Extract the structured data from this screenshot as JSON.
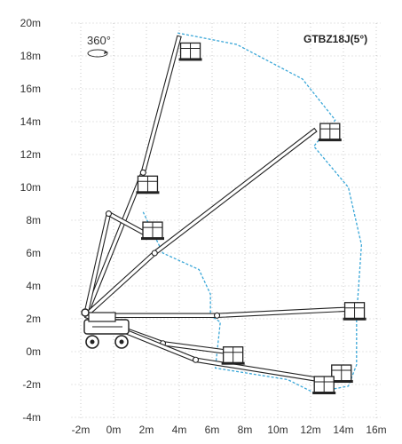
{
  "diagram": {
    "model_label": "GTBZ18J(5°)",
    "rotation_label": "360°",
    "x_axis": {
      "unit": "m",
      "range": [
        -3,
        16
      ],
      "ticks": [
        {
          "value": -2,
          "label": "-2m"
        },
        {
          "value": 0,
          "label": "0m"
        },
        {
          "value": 2,
          "label": "2m"
        },
        {
          "value": 4,
          "label": "4m"
        },
        {
          "value": 6,
          "label": "6m"
        },
        {
          "value": 8,
          "label": "8m"
        },
        {
          "value": 10,
          "label": "10m"
        },
        {
          "value": 12,
          "label": "12m"
        },
        {
          "value": 14,
          "label": "14m"
        },
        {
          "value": 16,
          "label": "16m"
        }
      ]
    },
    "y_axis": {
      "unit": "m",
      "range": [
        -4,
        20
      ],
      "ticks": [
        {
          "value": 20,
          "label": "20m"
        },
        {
          "value": 18,
          "label": "18m"
        },
        {
          "value": 16,
          "label": "16m"
        },
        {
          "value": 14,
          "label": "14m"
        },
        {
          "value": 12,
          "label": "12m"
        },
        {
          "value": 10,
          "label": "10m"
        },
        {
          "value": 8,
          "label": "8m"
        },
        {
          "value": 6,
          "label": "6m"
        },
        {
          "value": 4,
          "label": "4m"
        },
        {
          "value": 2,
          "label": "2m"
        },
        {
          "value": 0,
          "label": "0m"
        },
        {
          "value": -2,
          "label": "-2m"
        },
        {
          "value": -4,
          "label": "-4m"
        }
      ]
    },
    "grid": "dotted",
    "colors": {
      "envelope": "#3aa7d8",
      "boom": "#222222",
      "grid": "#bbbbbb"
    },
    "boom_positions": [
      {
        "name": "max-height",
        "pivot": [
          -1.7,
          2.2
        ],
        "elbow": [
          1.8,
          10.9
        ],
        "tip": [
          4.0,
          19.2
        ]
      },
      {
        "name": "up-folded",
        "pivot": [
          -1.7,
          2.2
        ],
        "elbow": [
          -0.3,
          8.4
        ],
        "tip": [
          1.9,
          7.2
        ]
      },
      {
        "name": "diagonal-high",
        "pivot": [
          -1.7,
          2.2
        ],
        "elbow": [
          2.5,
          6.0
        ],
        "tip": [
          12.3,
          13.5
        ]
      },
      {
        "name": "horizontal",
        "pivot": [
          -1.7,
          2.2
        ],
        "elbow": [
          6.3,
          2.2
        ],
        "tip": [
          14.6,
          2.6
        ]
      },
      {
        "name": "below-short",
        "pivot": [
          -1.7,
          2.2
        ],
        "elbow": [
          3.0,
          0.5
        ],
        "tip": [
          6.8,
          0.0
        ]
      },
      {
        "name": "below-long",
        "pivot": [
          -1.7,
          2.2
        ],
        "elbow": [
          5.0,
          -0.5
        ],
        "tip": [
          13.1,
          -1.8
        ]
      }
    ],
    "envelope": [
      [
        3.9,
        19.4
      ],
      [
        7.5,
        18.7
      ],
      [
        11.5,
        16.6
      ],
      [
        13.5,
        14.1
      ],
      [
        12.2,
        12.5
      ],
      [
        14.3,
        10.0
      ],
      [
        15.1,
        6.5
      ],
      [
        14.8,
        2.2
      ],
      [
        14.8,
        -0.8
      ],
      [
        14.3,
        -2.1
      ],
      [
        12.2,
        -2.5
      ],
      [
        10.6,
        -1.7
      ],
      [
        6.2,
        -1.0
      ],
      [
        6.5,
        1.8
      ],
      [
        5.9,
        2.2
      ],
      [
        5.9,
        3.5
      ],
      [
        5.2,
        5.0
      ],
      [
        3.0,
        6.0
      ],
      [
        1.8,
        8.5
      ]
    ],
    "platforms": [
      {
        "pos": [
          4.3,
          18.3
        ],
        "facing": "right"
      },
      {
        "pos": [
          1.7,
          10.2
        ],
        "facing": "right"
      },
      {
        "pos": [
          2.0,
          7.4
        ],
        "facing": "right"
      },
      {
        "pos": [
          12.8,
          13.4
        ],
        "facing": "right"
      },
      {
        "pos": [
          14.3,
          2.5
        ],
        "facing": "right"
      },
      {
        "pos": [
          6.9,
          -0.2
        ],
        "facing": "right"
      },
      {
        "pos": [
          13.5,
          -1.3
        ],
        "facing": "right"
      },
      {
        "pos": [
          13.2,
          -2.0
        ],
        "facing": "left"
      }
    ]
  }
}
